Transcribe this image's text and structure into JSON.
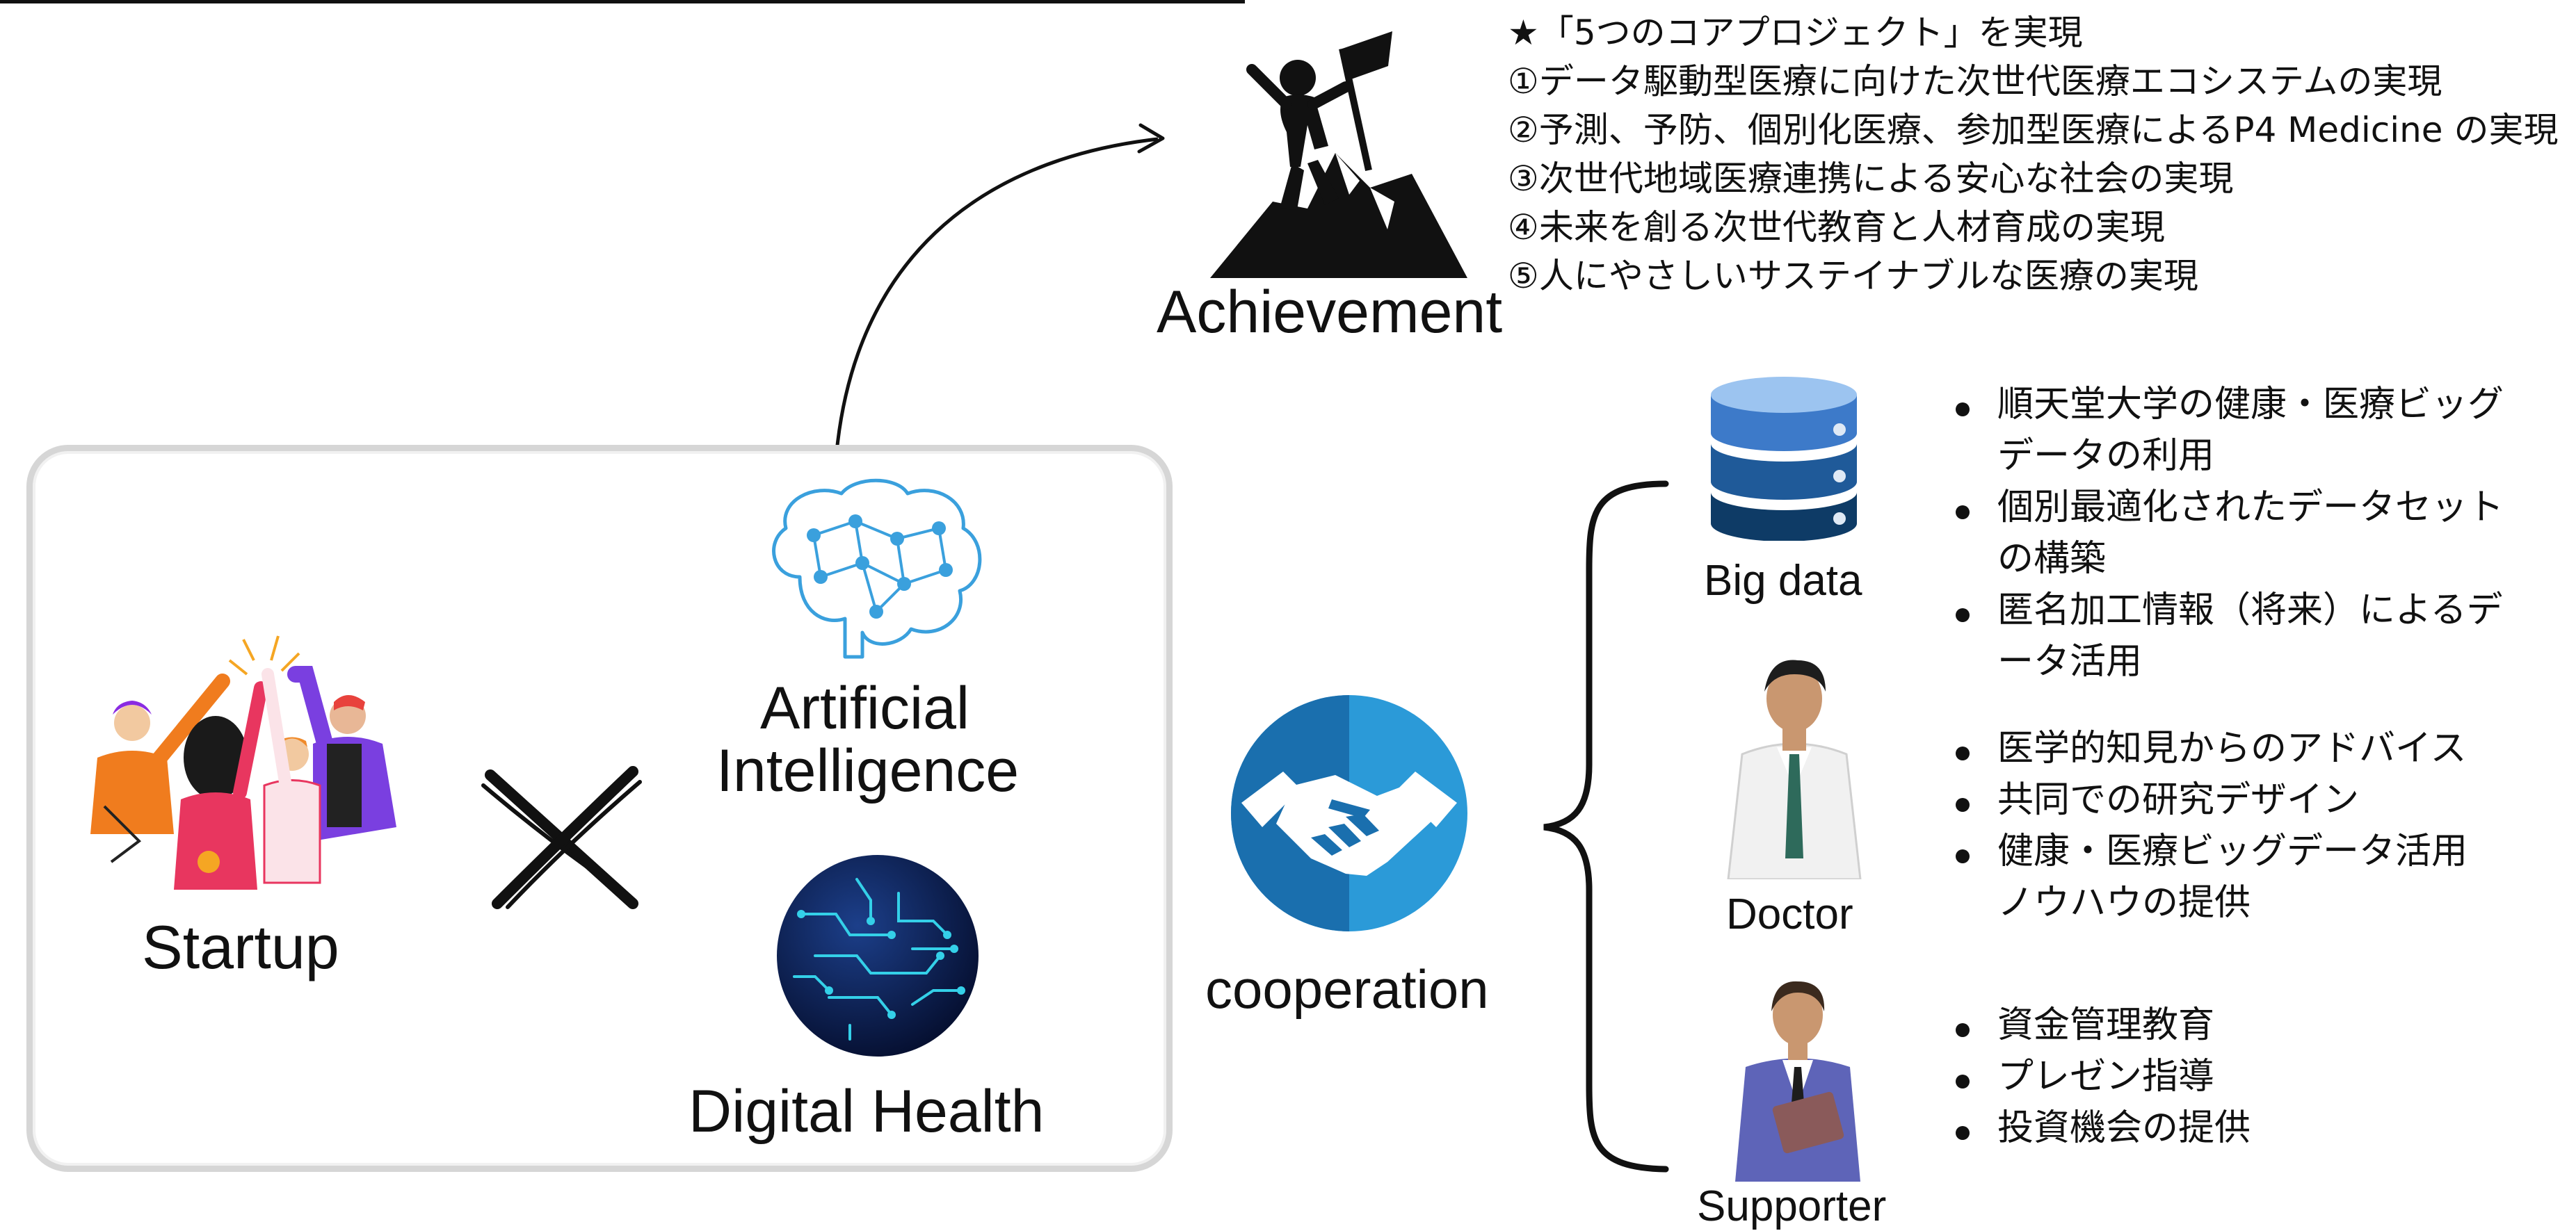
{
  "achievement": {
    "label": "Achievement",
    "heading": "★「5つのコアプロジェクト」を実現",
    "items": [
      "①データ駆動型医療に向けた次世代医療エコシステムの実現",
      "②予測、予防、個別化医療、参加型医療によるP4 Medicine の実現",
      "③次世代地域医療連携による安心な社会の実現",
      "④未来を創る次世代教育と人材育成の実現",
      "⑤人にやさしいサステイナブルな医療の実現"
    ]
  },
  "left_panel": {
    "startup": "Startup",
    "ai_line1": "Artificial",
    "ai_line2": "Intelligence",
    "digital_health": "Digital Health"
  },
  "cooperation": {
    "label": "cooperation"
  },
  "partners": [
    {
      "name": "Big data",
      "icon": "database-icon",
      "bullets": [
        {
          "line1": "順天堂大学の健康・医療ビッグ",
          "line2": "データの利用"
        },
        {
          "line1": "個別最適化されたデータセット",
          "line2": "の構築"
        },
        {
          "line1": "匿名加工情報（将来）によるデ",
          "line2": "ータ活用"
        }
      ]
    },
    {
      "name": "Doctor",
      "icon": "doctor-icon",
      "bullets": [
        {
          "line1": "医学的知見からのアドバイス"
        },
        {
          "line1": "共同での研究デザイン"
        },
        {
          "line1": "健康・医療ビッグデータ活用",
          "line2": "ノウハウの提供"
        }
      ]
    },
    {
      "name": "Supporter",
      "icon": "supporter-icon",
      "bullets": [
        {
          "line1": "資金管理教育"
        },
        {
          "line1": "プレゼン指導"
        },
        {
          "line1": "投資機会の提供"
        }
      ]
    }
  ],
  "colors": {
    "db_top": "#2f6bb5",
    "db_bottom": "#0d3a66",
    "handshake": "#1e88c8",
    "brain": "#3aa0dd",
    "globe": "#0a1a4a",
    "globe_lines": "#34d0e8"
  }
}
